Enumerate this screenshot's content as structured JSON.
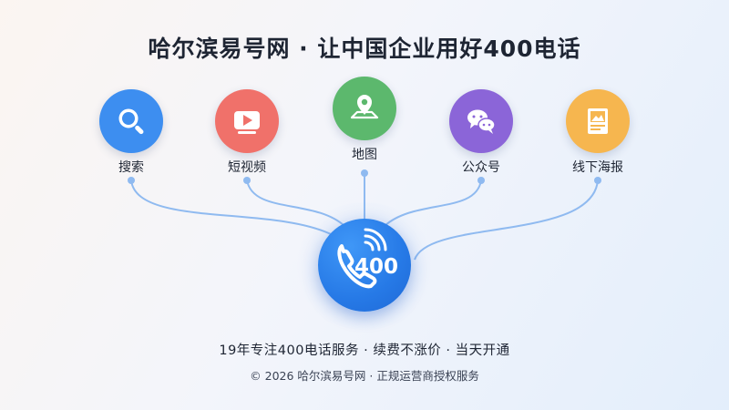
{
  "title": "哈尔滨易号网 · 让中国企业用好400电话",
  "colors": {
    "search": "#3d8ef0",
    "video": "#f0716a",
    "map": "#5cb86d",
    "social": "#8b65d8",
    "poster": "#f6b64f",
    "center": "#2679e6",
    "line": "#8fbaf0"
  },
  "channels": [
    {
      "label": "搜索",
      "icon": "search-icon"
    },
    {
      "label": "短视频",
      "icon": "video-play-icon"
    },
    {
      "label": "地图",
      "icon": "map-pin-icon"
    },
    {
      "label": "公众号",
      "icon": "chat-bubbles-icon"
    },
    {
      "label": "线下海报",
      "icon": "poster-icon"
    }
  ],
  "center": {
    "number": "400",
    "icon": "phone-call-icon"
  },
  "tagline": "19年专注400电话服务 · 续费不涨价 · 当天开通",
  "copyright": "© 2026 哈尔滨易号网 · 正规运营商授权服务"
}
